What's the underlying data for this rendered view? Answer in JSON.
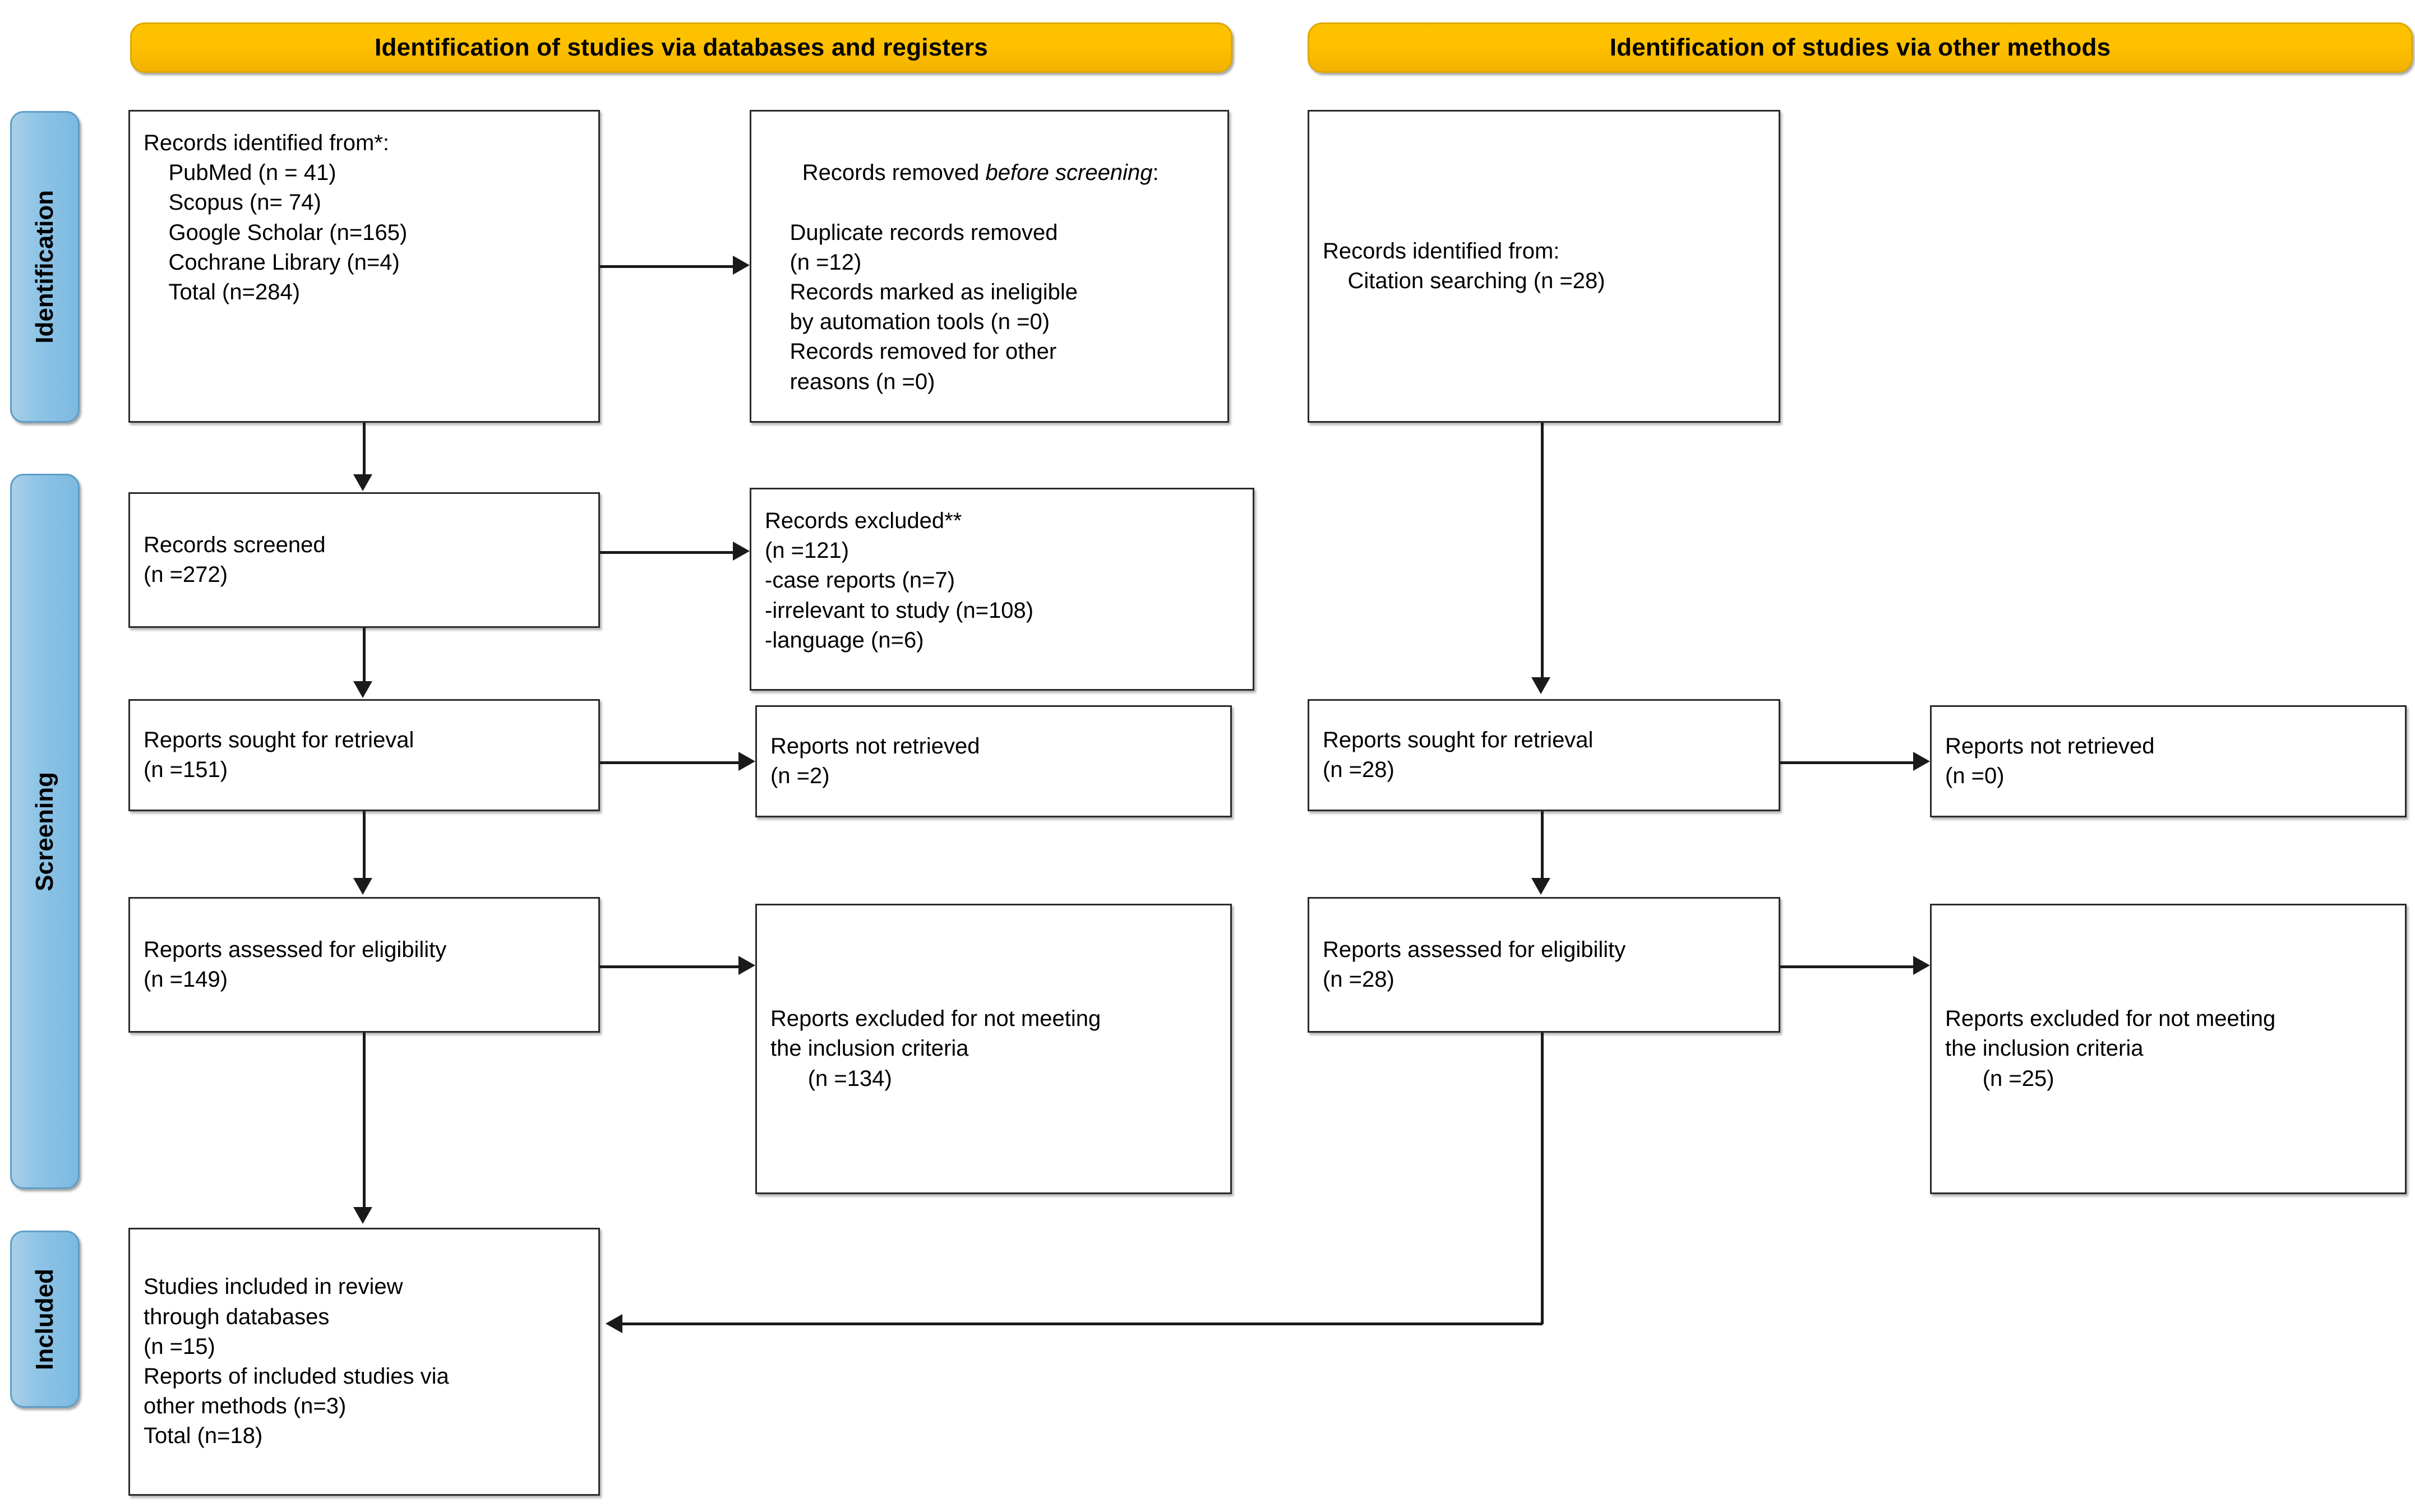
{
  "diagram": {
    "type": "prisma-2020-flow-diagram",
    "headers": [
      {
        "id": "databases",
        "label": "Identification of studies via databases and registers"
      },
      {
        "id": "other",
        "label": "Identification of studies via other methods"
      }
    ],
    "phases": [
      {
        "id": "identification",
        "label": "Identification"
      },
      {
        "id": "screening",
        "label": "Screening"
      },
      {
        "id": "included",
        "label": "Included"
      }
    ],
    "boxes": {
      "records_identified": {
        "name": "records-identified-from",
        "lines": [
          "Records identified from*:",
          "    PubMed (n = 41)",
          "    Scopus (n= 74)",
          "    Google Scholar (n=165)",
          "    Cochrane Library (n=4)",
          "    Total (n=284)"
        ],
        "text": "Records identified from*:\n    PubMed (n = 41)\n    Scopus (n= 74)\n    Google Scholar (n=165)\n    Cochrane Library (n=4)\n    Total (n=284)"
      },
      "records_removed": {
        "name": "records-removed-before-screening",
        "head_plain": "Records removed ",
        "head_italic": "before screening",
        "head_tail": ":",
        "lines": [
          "    Duplicate records removed",
          "    (n =12)",
          "    Records marked as ineligible",
          "    by automation tools (n =0)",
          "    Records removed for other",
          "    reasons (n =0)"
        ],
        "text": "    Duplicate records removed\n    (n =12)\n    Records marked as ineligible\n    by automation tools (n =0)\n    Records removed for other\n    reasons (n =0)"
      },
      "records_screened": {
        "name": "records-screened",
        "text": "Records screened\n(n =272)"
      },
      "records_excluded": {
        "name": "records-excluded",
        "text": "Records excluded**\n(n =121)\n-case reports (n=7)\n-irrelevant to study (n=108)\n-language (n=6)"
      },
      "reports_sought_db": {
        "name": "reports-sought-for-retrieval-databases",
        "text": "Reports sought for retrieval\n(n =151)"
      },
      "reports_not_retrieved_db": {
        "name": "reports-not-retrieved-databases",
        "text": "Reports not retrieved\n(n =2)"
      },
      "reports_assessed_db": {
        "name": "reports-assessed-for-eligibility-databases",
        "text": "Reports assessed for eligibility\n(n =149)"
      },
      "reports_excluded_db": {
        "name": "reports-excluded-databases",
        "text": "Reports excluded for not meeting\nthe inclusion criteria\n      (n =134)"
      },
      "studies_included": {
        "name": "studies-included-in-review",
        "text": "Studies included in review\nthrough databases\n(n =15)\nReports of included studies via\nother methods (n=3)\nTotal (n=18)"
      },
      "records_identified_other": {
        "name": "records-identified-from-other-methods",
        "text": "Records identified from:\n    Citation searching (n =28)"
      },
      "reports_sought_other": {
        "name": "reports-sought-for-retrieval-other",
        "text": "Reports sought for retrieval\n(n =28)"
      },
      "reports_not_retrieved_other": {
        "name": "reports-not-retrieved-other",
        "text": "Reports not retrieved\n(n =0)"
      },
      "reports_assessed_other": {
        "name": "reports-assessed-for-eligibility-other",
        "text": "Reports assessed for eligibility\n(n =28)"
      },
      "reports_excluded_other": {
        "name": "reports-excluded-other",
        "text": "Reports excluded for not meeting\nthe inclusion criteria\n      (n =25)"
      }
    },
    "counts": {
      "pubmed": 41,
      "scopus": 74,
      "google_scholar": 165,
      "cochrane_library": 4,
      "identified_total": 284,
      "duplicates_removed": 12,
      "ineligible_automation": 0,
      "removed_other_reasons": 0,
      "records_screened": 272,
      "records_excluded": 121,
      "excluded_case_reports": 7,
      "excluded_irrelevant": 108,
      "excluded_language": 6,
      "reports_sought_db": 151,
      "reports_not_retrieved_db": 2,
      "reports_assessed_db": 149,
      "reports_excluded_db": 134,
      "studies_included_db": 15,
      "reports_included_other": 3,
      "included_total": 18,
      "citation_searching": 28,
      "reports_sought_other": 28,
      "reports_not_retrieved_other": 0,
      "reports_assessed_other": 28,
      "reports_excluded_other": 25
    },
    "colors": {
      "header_fill": "#ffc000",
      "header_border": "#e0a800",
      "phase_fill": "#8ec4e6",
      "phase_border": "#5f9fc9",
      "box_border": "#2b2b2b",
      "connector": "#1a1a1a",
      "background": "#ffffff"
    }
  }
}
